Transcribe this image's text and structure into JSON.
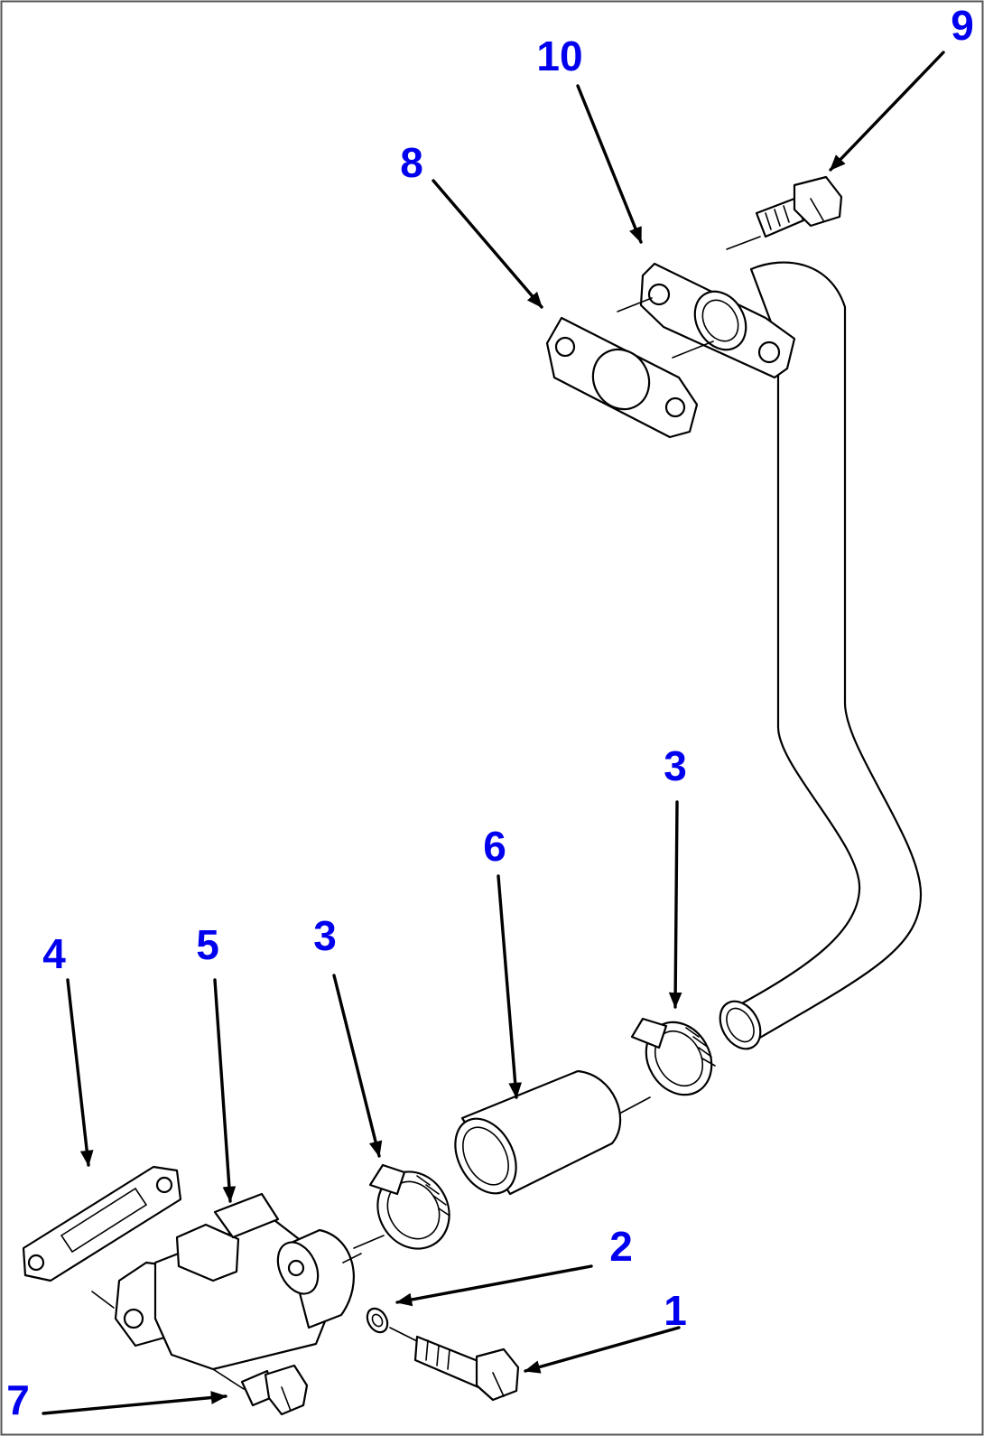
{
  "colors": {
    "callout": "#0000ee",
    "line": "#000000",
    "frame": "#555555"
  },
  "callouts": [
    {
      "id": "c1",
      "label": "1"
    },
    {
      "id": "c2",
      "label": "2"
    },
    {
      "id": "c3a",
      "label": "3"
    },
    {
      "id": "c3b",
      "label": "3"
    },
    {
      "id": "c4",
      "label": "4"
    },
    {
      "id": "c5",
      "label": "5"
    },
    {
      "id": "c6",
      "label": "6"
    },
    {
      "id": "c7",
      "label": "7"
    },
    {
      "id": "c8",
      "label": "8"
    },
    {
      "id": "c9",
      "label": "9"
    },
    {
      "id": "c10",
      "label": "10"
    }
  ]
}
